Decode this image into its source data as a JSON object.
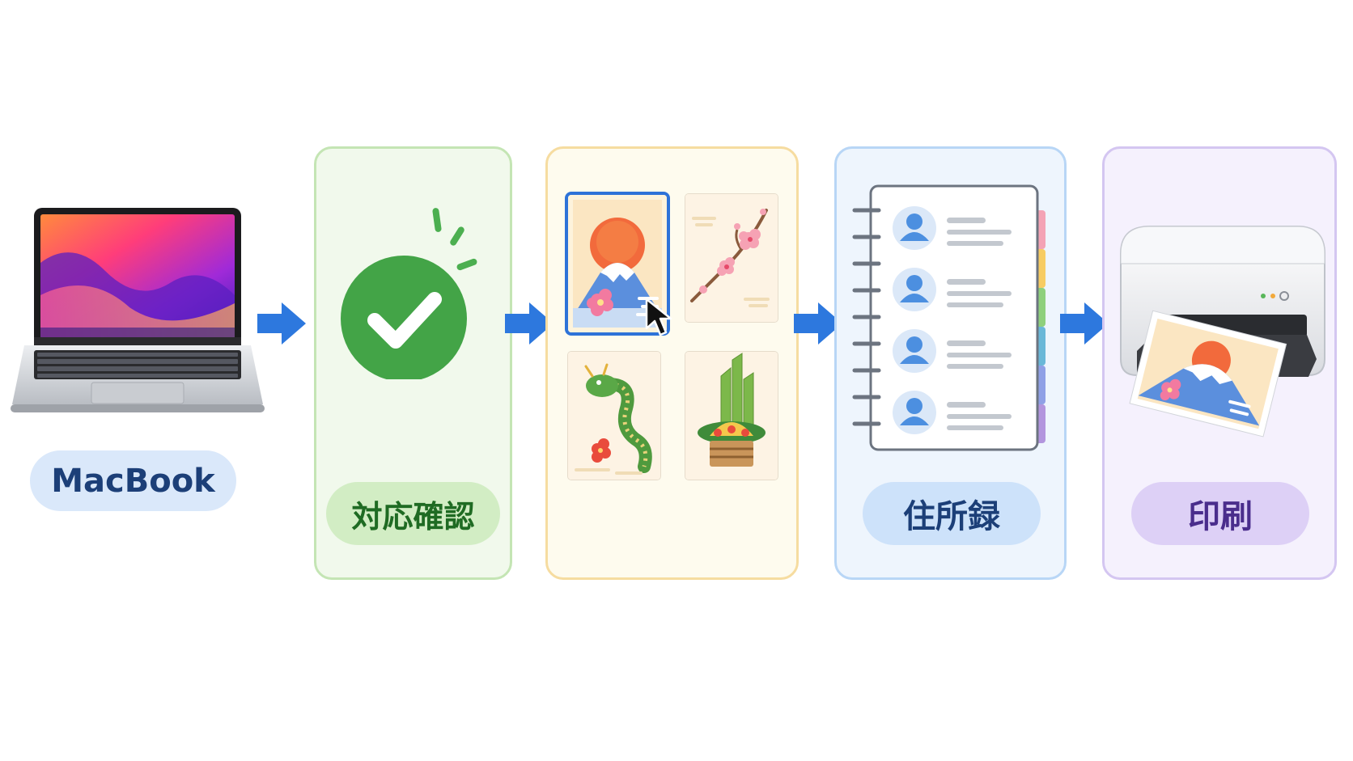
{
  "colors": {
    "arrow": "#2d78de",
    "macbook_pill_bg": "#dae8fa",
    "macbook_text": "#1c3f78",
    "check_panel_bg": "#f1f9ec",
    "check_panel_border": "#c4e5b4",
    "check_pill_bg": "#d2edc4",
    "check_text": "#1f6b23",
    "check_green": "#43a447",
    "design_panel_bg": "#fefbee",
    "design_panel_border": "#f6dca0",
    "address_panel_bg": "#eef5fd",
    "address_panel_border": "#b8d6f6",
    "address_pill_bg": "#cde2fa",
    "address_text": "#1c3f78",
    "print_panel_bg": "#f5f1fd",
    "print_panel_border": "#d4c6f1",
    "print_pill_bg": "#ddd0f6",
    "print_text": "#4a2d8c",
    "selected_border": "#2e73d8"
  },
  "steps": [
    {
      "id": "macbook",
      "label": "MacBook",
      "icon": "laptop-icon"
    },
    {
      "id": "check",
      "label": "対応確認",
      "icon": "checkmark-icon"
    },
    {
      "id": "design",
      "label": "",
      "icon": "card-design-icon"
    },
    {
      "id": "address",
      "label": "住所録",
      "icon": "address-book-icon"
    },
    {
      "id": "print",
      "label": "印刷",
      "icon": "printer-icon"
    }
  ],
  "design_cards": [
    {
      "name": "mount-fuji-card",
      "selected": true
    },
    {
      "name": "plum-blossom-card",
      "selected": false
    },
    {
      "name": "dragon-card",
      "selected": false
    },
    {
      "name": "kadomatsu-card",
      "selected": false
    }
  ]
}
